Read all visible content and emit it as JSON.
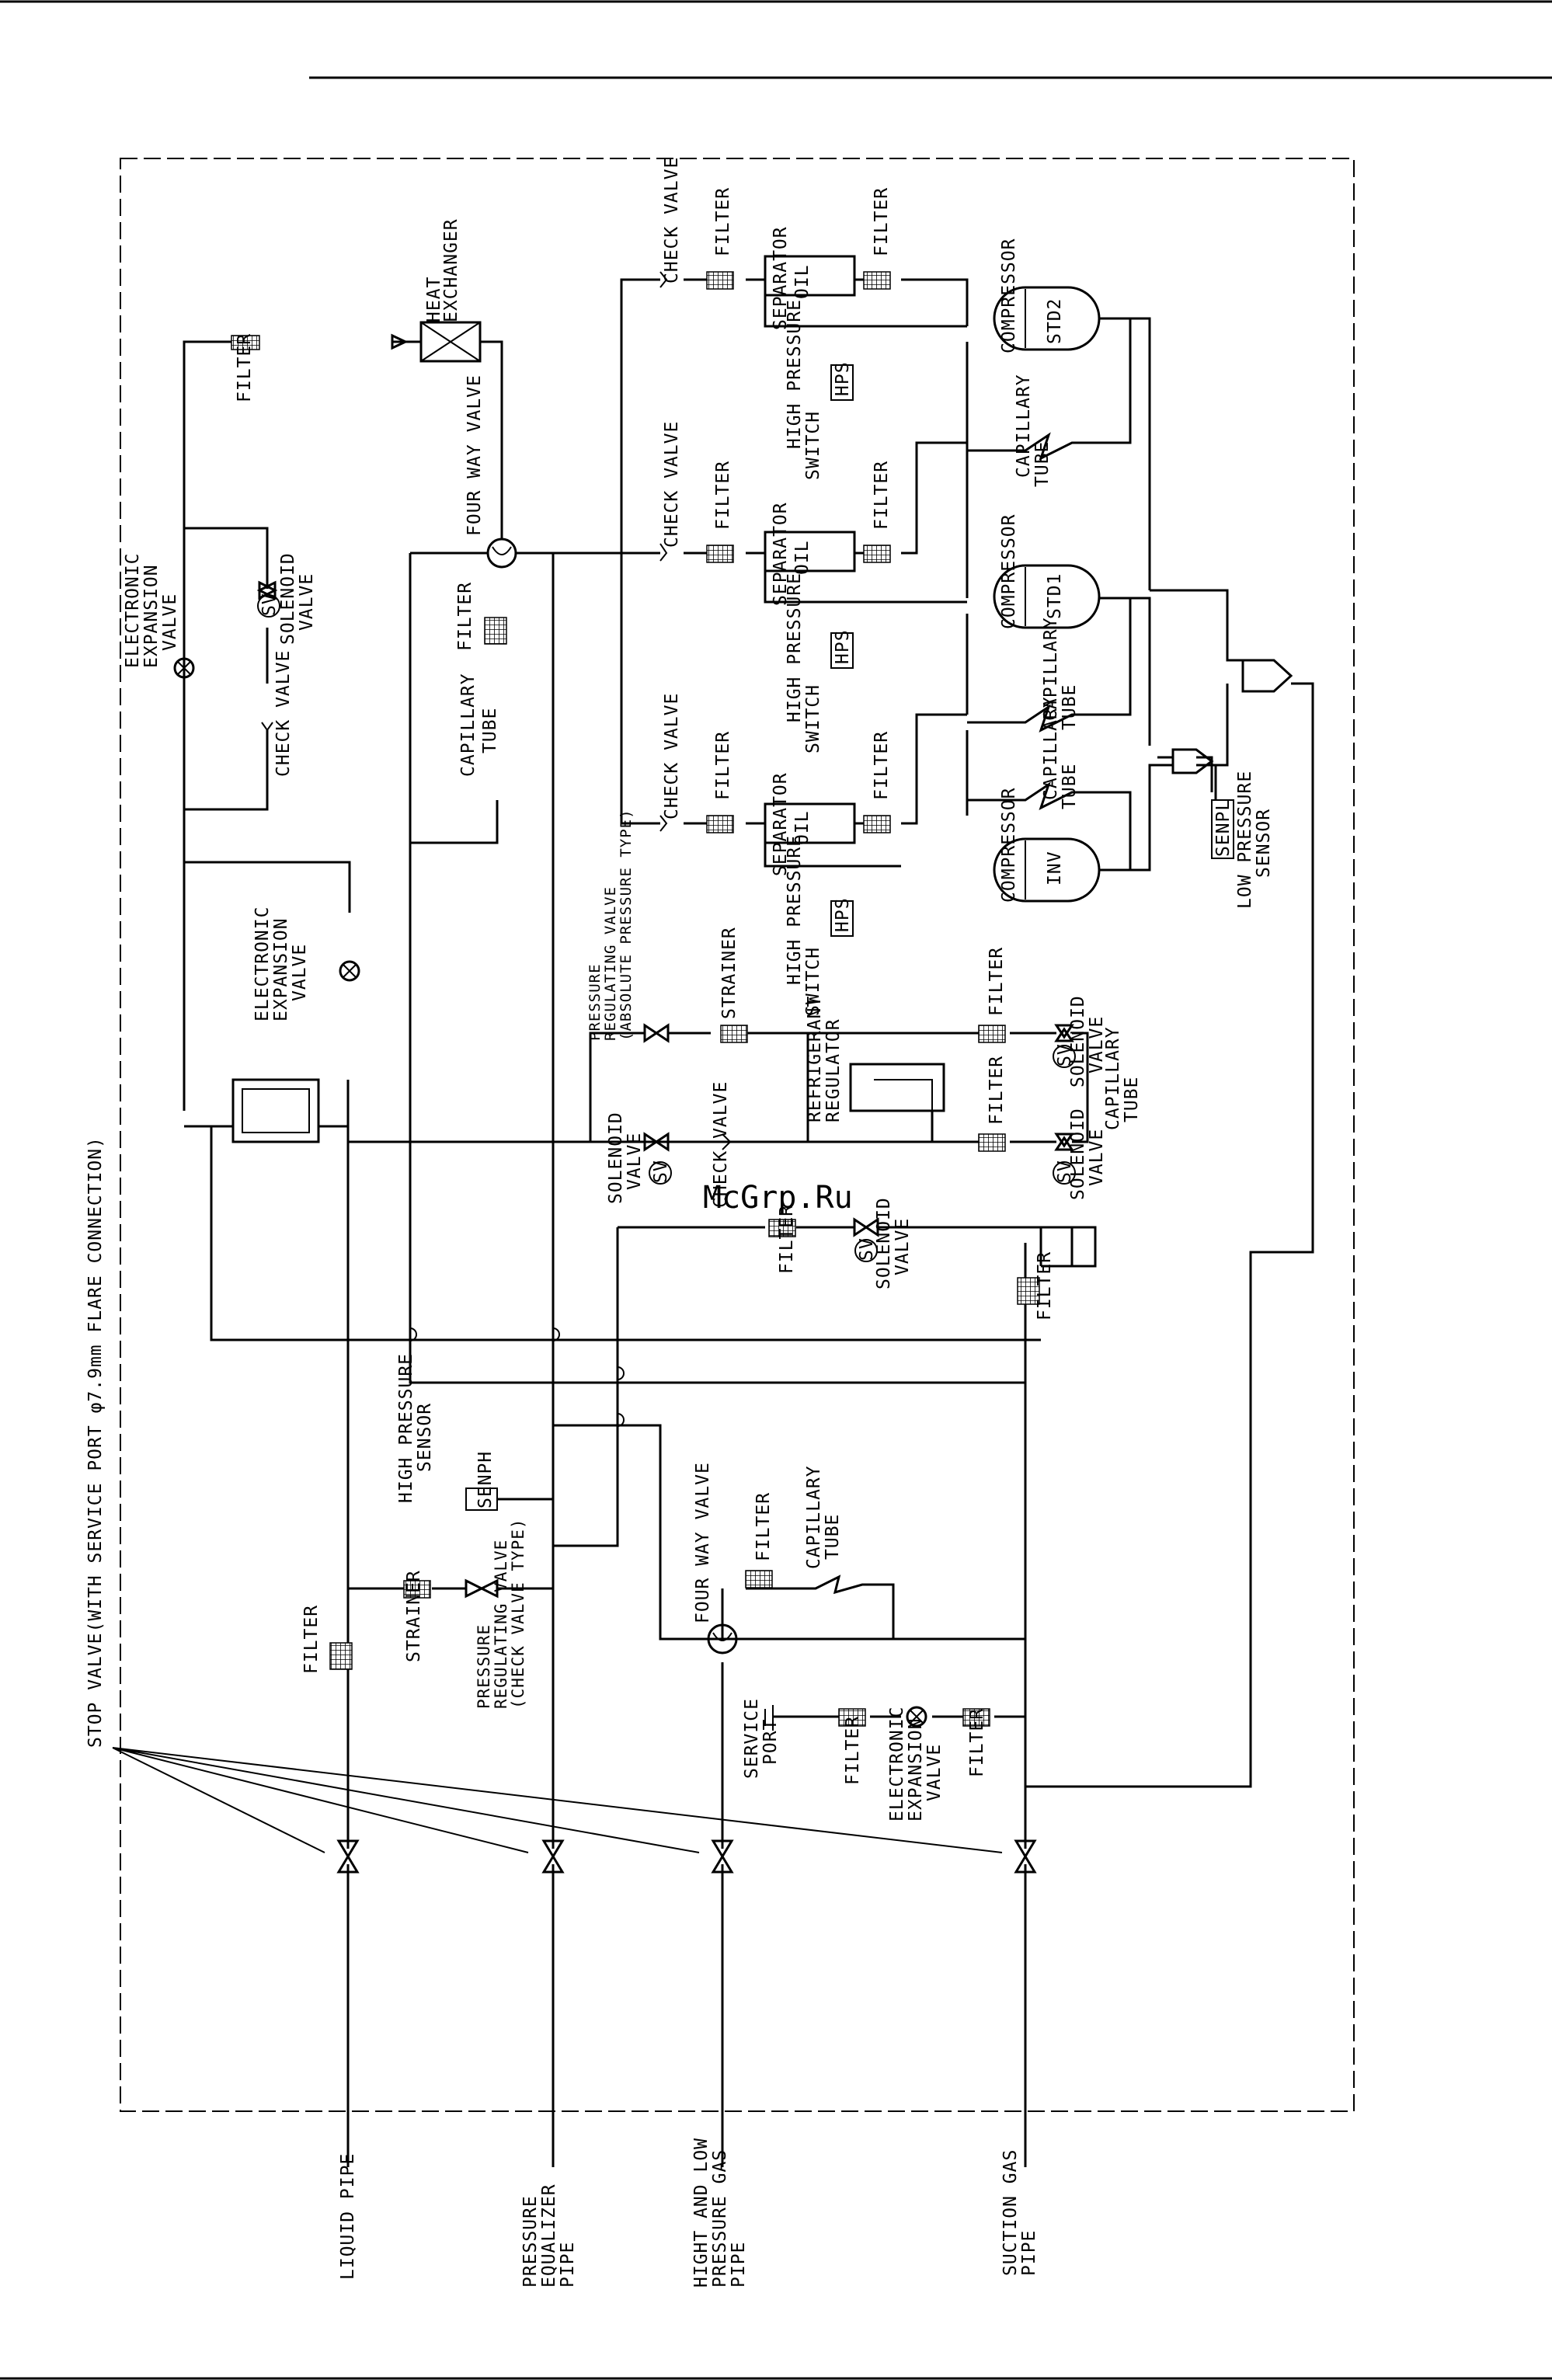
{
  "watermark": "McGrp.Ru",
  "stop_valve_note": "STOP VALVE(WITH SERVICE PORT φ7.9mm FLARE CONNECTION)",
  "pipes": {
    "liquid": "LIQUID PIPE",
    "equalizer": [
      "PRESSURE",
      "EQUALIZER",
      "PIPE"
    ],
    "hl_gas": [
      "HIGHT AND LOW",
      "PRESSURE GAS",
      "PIPE"
    ],
    "suction": [
      "SUCTION GAS",
      "PIPE"
    ]
  },
  "labels": {
    "filter": "FILTER",
    "check_valve": "CHECK VALVE",
    "oil_separator": [
      "OIL",
      "SEPARATOR"
    ],
    "compressor": "COMPRESSOR",
    "std2": "STD2",
    "std1": "STD1",
    "inv": "INV",
    "hps": "HPS",
    "high_pressure_switch": [
      "HIGH PRESSURE",
      "SWITCH"
    ],
    "capillary_tube": [
      "CAPILLARY",
      "TUBE"
    ],
    "heat_exchanger": [
      "HEAT",
      "EXCHANGER"
    ],
    "four_way_valve": "FOUR WAY VALVE",
    "eev": [
      "ELECTRONIC",
      "EXPANSION",
      "VALVE"
    ],
    "solenoid_valve": [
      "SOLENOID",
      "VALVE"
    ],
    "sv": "SV",
    "senpl": "SENPL",
    "low_pressure_sensor": [
      "LOW PRESSURE",
      "SENSOR"
    ],
    "senph": "SENPH",
    "high_pressure_sensor": [
      "HIGH PRESSURE",
      "SENSOR"
    ],
    "prv_abs": [
      "PRESSURE",
      "REGULATING VALVE",
      "(ABSOLUTE PRESSURE TYPE)"
    ],
    "prv_check": [
      "PRESSURE",
      "REGULATING VALVE",
      "(CHECK VALVE TYPE)"
    ],
    "strainer": "STRAINER",
    "refrigerant_regulator": [
      "REFRIGERANT",
      "REGULATOR"
    ],
    "service_port": [
      "SERVICE",
      "PORT"
    ]
  }
}
